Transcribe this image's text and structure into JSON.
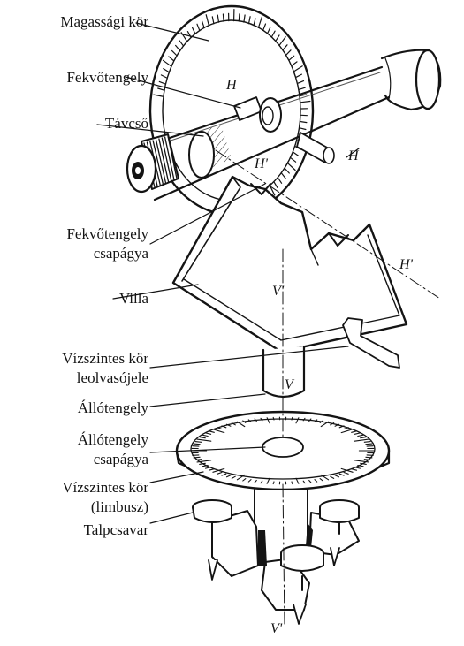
{
  "labels": {
    "vertical_circle": "Magassági kör",
    "horizontal_axis": "Fekvőtengely",
    "telescope": "Távcső",
    "horizontal_axis_bearing_1": "Fekvőtengely",
    "horizontal_axis_bearing_2": "csapágya",
    "fork": "Villa",
    "index_mark_1": "Vízszintes kör",
    "index_mark_2": "leolvasójele",
    "vertical_axis": "Állótengely",
    "vertical_axis_bearing_1": "Állótengely",
    "vertical_axis_bearing_2": "csapágya",
    "horizontal_circle_1": "Vízszintes kör",
    "horizontal_circle_2": "(limbusz)",
    "foot_screw": "Talpcsavar"
  },
  "axis_marks": {
    "h_top": "H",
    "h_right": "H",
    "h_prime_center": "H'",
    "h_prime_right": "H'",
    "v_prime_upper": "V'",
    "v_center": "V",
    "v_prime_bottom": "V'"
  },
  "colors": {
    "ink": "#141414",
    "paper": "#ffffff",
    "shade": "#d9d9d9"
  }
}
